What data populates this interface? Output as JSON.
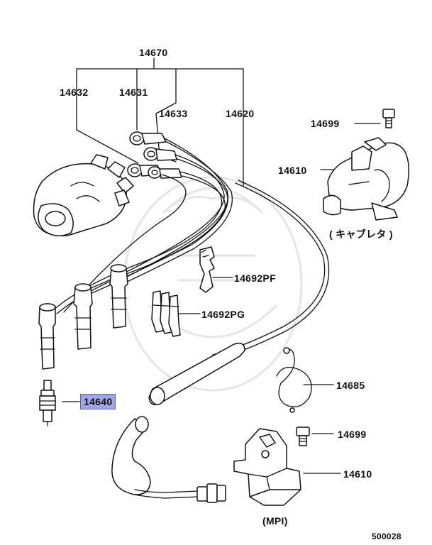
{
  "part_labels": {
    "p14670": "14670",
    "p14632": "14632",
    "p14631": "14631",
    "p14633": "14633",
    "p14620": "14620",
    "p14699_top": "14699",
    "p14610_top": "14610",
    "p14692pf": "14692PF",
    "p14692pg": "14692PG",
    "p14685": "14685",
    "p14640": "14640",
    "p14699_bottom": "14699",
    "p14610_bottom": "14610"
  },
  "variant_labels": {
    "carburetor": "( キャブレタ )",
    "mpi": "(MPI)"
  },
  "diagram_number": "500028",
  "highlight": {
    "part": "14640",
    "color": "#9fa6e6"
  }
}
